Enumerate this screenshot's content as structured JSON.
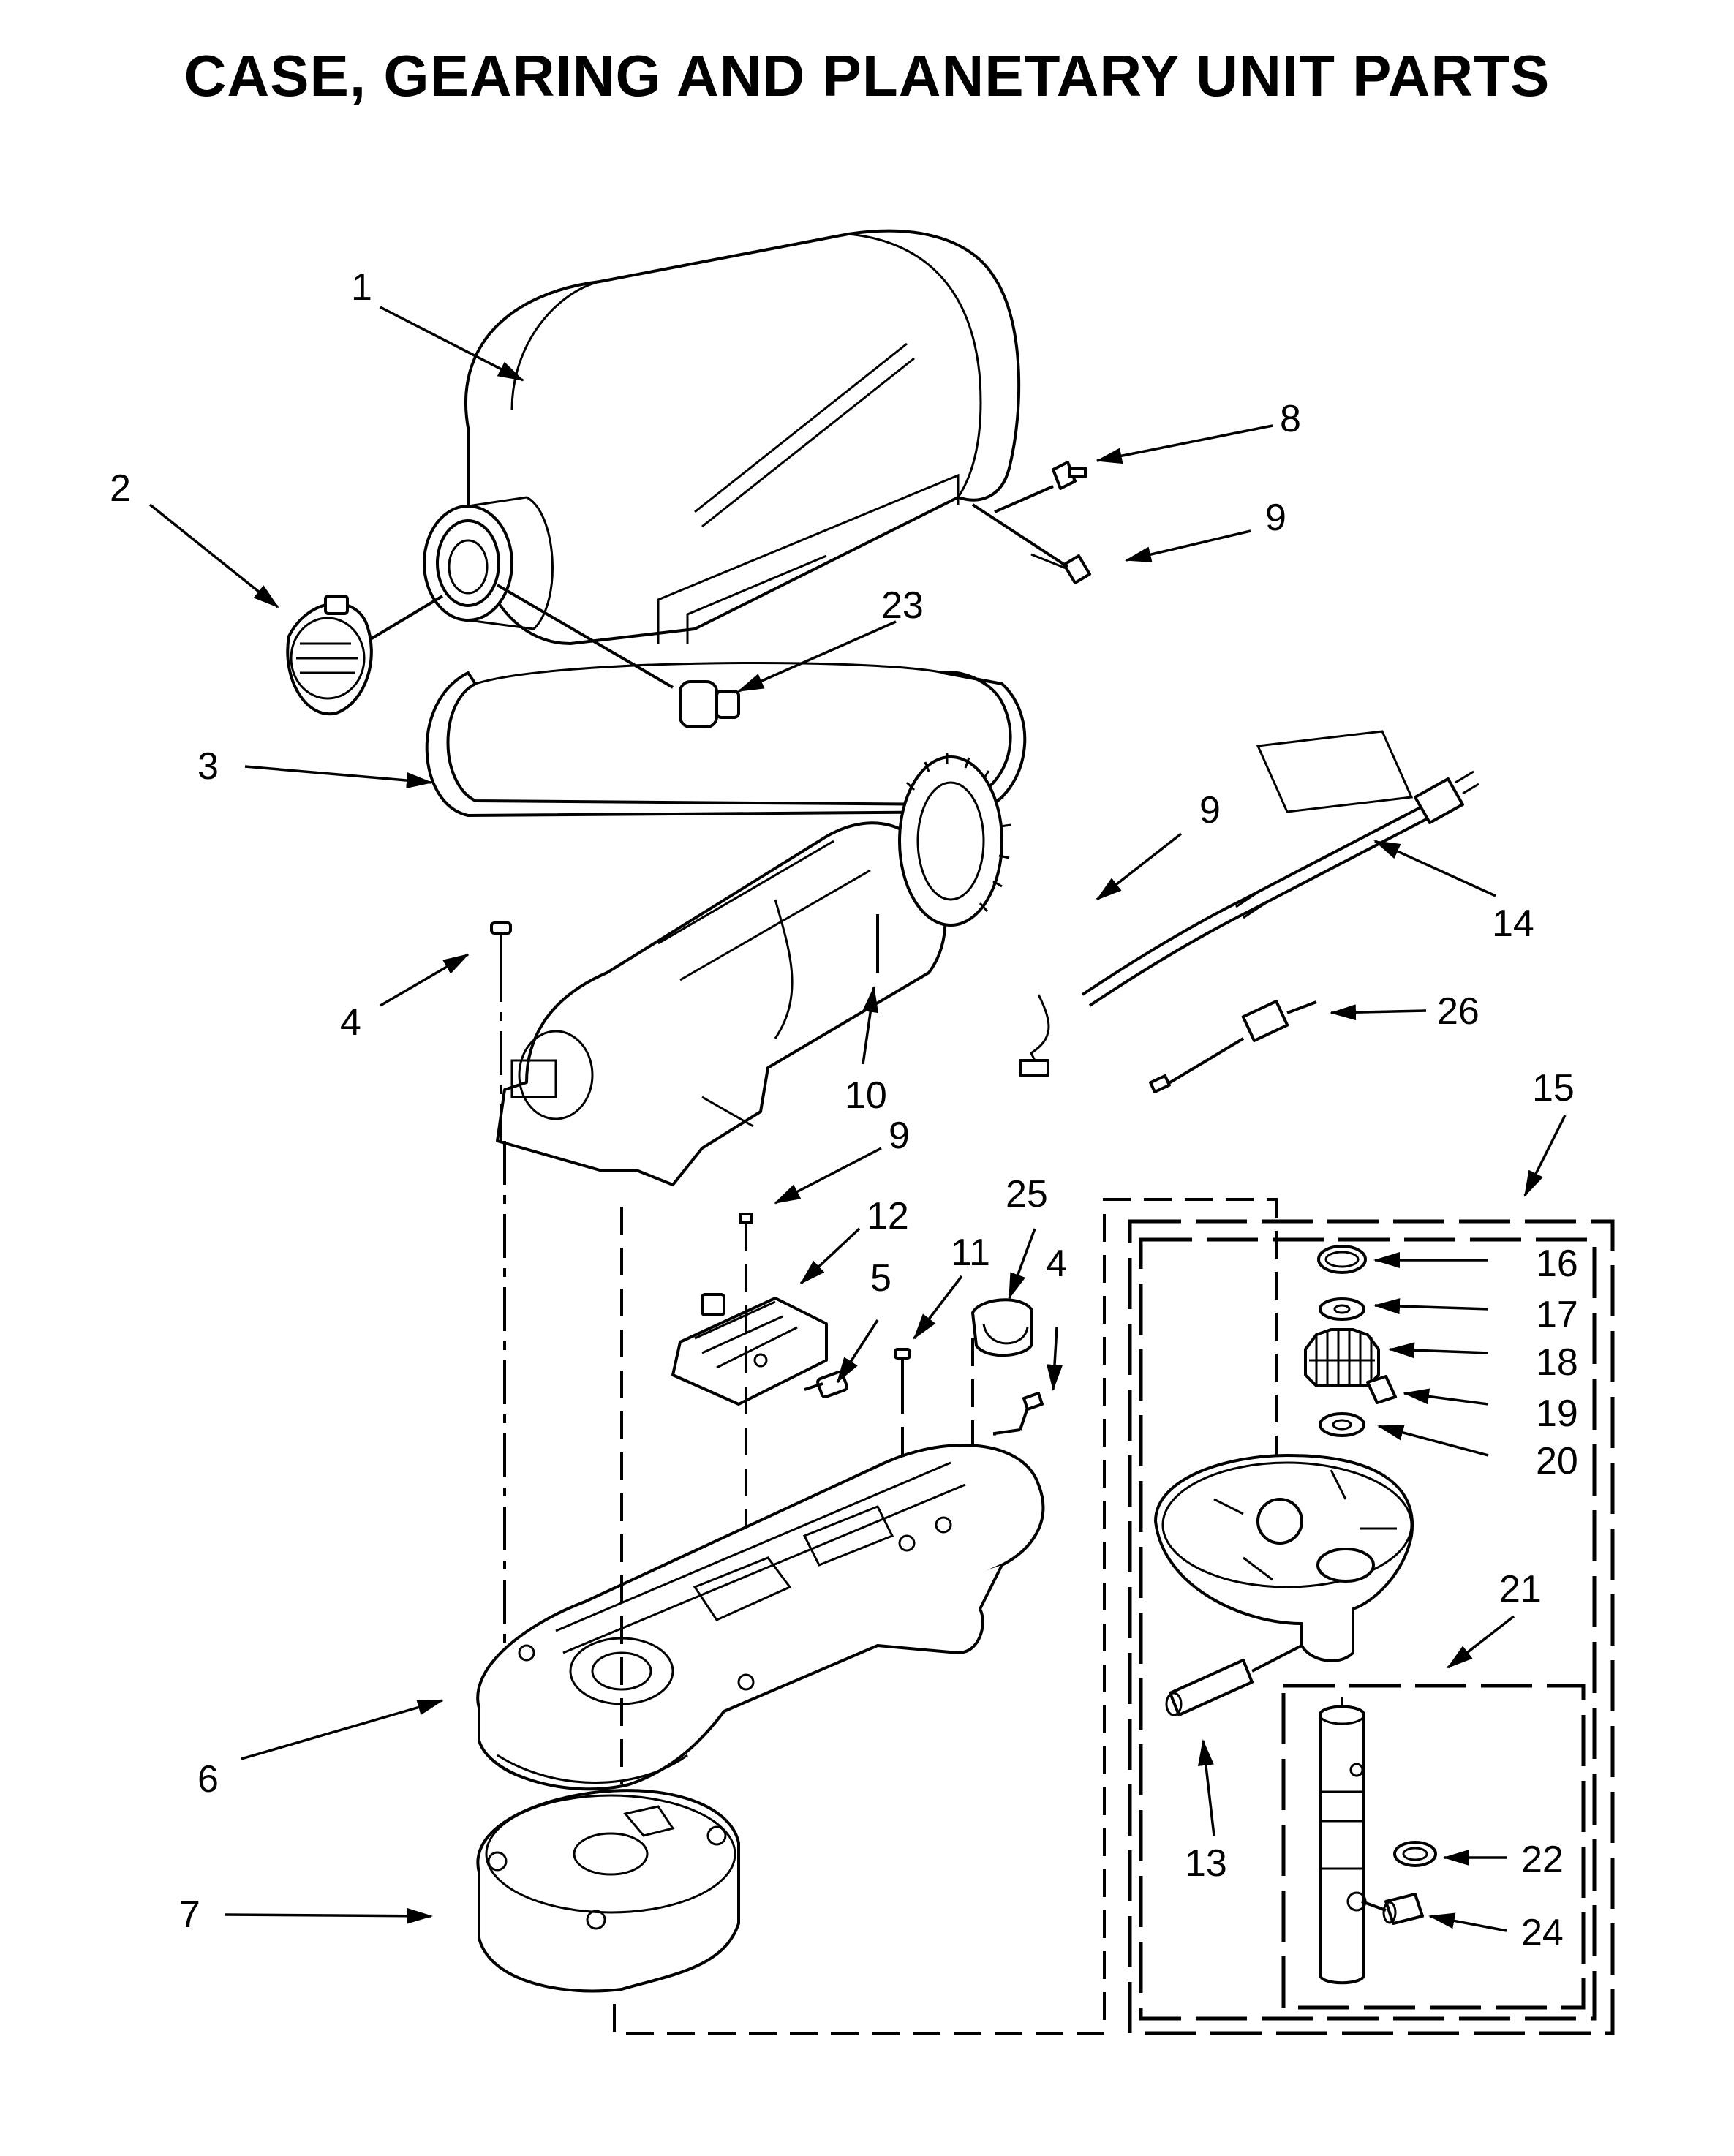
{
  "title": "CASE, GEARING AND PLANETARY UNIT PARTS",
  "callouts": [
    {
      "id": "c1",
      "label": "1"
    },
    {
      "id": "c2",
      "label": "2"
    },
    {
      "id": "c3",
      "label": "3"
    },
    {
      "id": "c4a",
      "label": "4"
    },
    {
      "id": "c4b",
      "label": "4"
    },
    {
      "id": "c5",
      "label": "5"
    },
    {
      "id": "c6",
      "label": "6"
    },
    {
      "id": "c7",
      "label": "7"
    },
    {
      "id": "c8",
      "label": "8"
    },
    {
      "id": "c9a",
      "label": "9"
    },
    {
      "id": "c9b",
      "label": "9"
    },
    {
      "id": "c9c",
      "label": "9"
    },
    {
      "id": "c10",
      "label": "10"
    },
    {
      "id": "c11",
      "label": "11"
    },
    {
      "id": "c12",
      "label": "12"
    },
    {
      "id": "c13",
      "label": "13"
    },
    {
      "id": "c14",
      "label": "14"
    },
    {
      "id": "c15",
      "label": "15"
    },
    {
      "id": "c16",
      "label": "16"
    },
    {
      "id": "c17",
      "label": "17"
    },
    {
      "id": "c18",
      "label": "18"
    },
    {
      "id": "c19",
      "label": "19"
    },
    {
      "id": "c20",
      "label": "20"
    },
    {
      "id": "c21",
      "label": "21"
    },
    {
      "id": "c22",
      "label": "22"
    },
    {
      "id": "c23",
      "label": "23"
    },
    {
      "id": "c24",
      "label": "24"
    },
    {
      "id": "c25",
      "label": "25"
    },
    {
      "id": "c26",
      "label": "26"
    }
  ]
}
